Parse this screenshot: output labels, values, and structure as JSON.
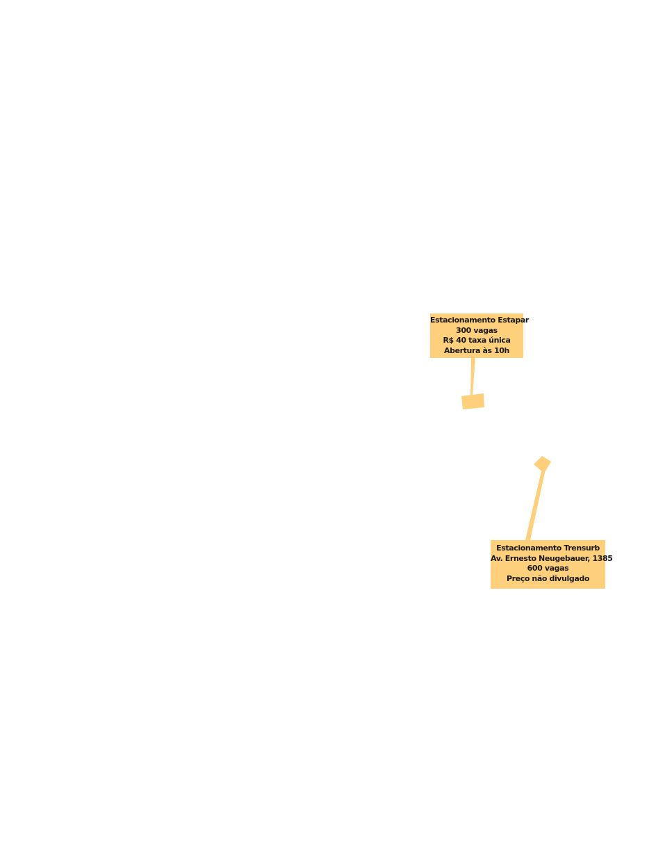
{
  "accent_color": "#FFD07C",
  "parking_lots": [
    {
      "name": "Estacionamento Estapar",
      "lines": [
        "Estacionamento Estapar",
        "300 vagas",
        "R$ 40 taxa única",
        "Abertura às 10h"
      ]
    },
    {
      "name": "Estacionamento Trensurb",
      "lines": [
        "Estacionamento Trensurb",
        "Av. Ernesto Neugebauer, 1385",
        "600 vagas",
        "Preço não divulgado"
      ]
    }
  ]
}
